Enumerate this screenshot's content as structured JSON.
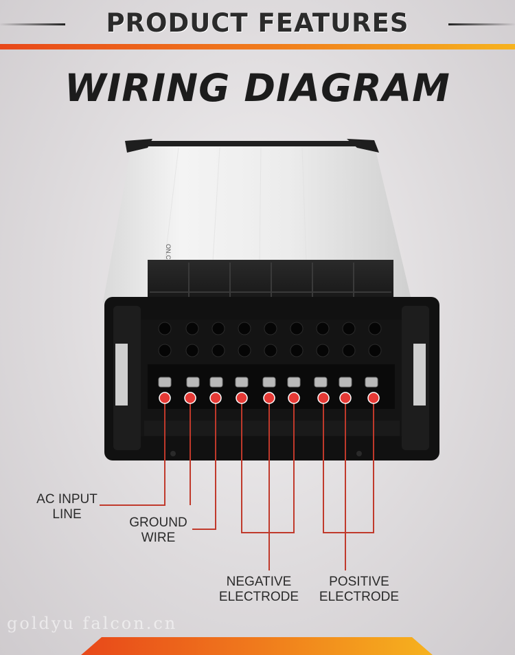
{
  "header": {
    "title": "PRODUCT FEATURES"
  },
  "main_title": "WIRING DIAGRAM",
  "device": {
    "logo_text": "ON.CO®"
  },
  "labels": {
    "ac_input": [
      "AC INPUT",
      "LINE"
    ],
    "ground": [
      "GROUND",
      "WIRE"
    ],
    "negative": [
      "NEGATIVE",
      "ELECTRODE"
    ],
    "positive": [
      "POSITIVE",
      "ELECTRODE"
    ]
  },
  "watermark": "goldyu falcon.cn",
  "colors": {
    "accent_orange": "#f07a1c",
    "marker_red": "#e53935",
    "line_red": "#c0392b"
  }
}
